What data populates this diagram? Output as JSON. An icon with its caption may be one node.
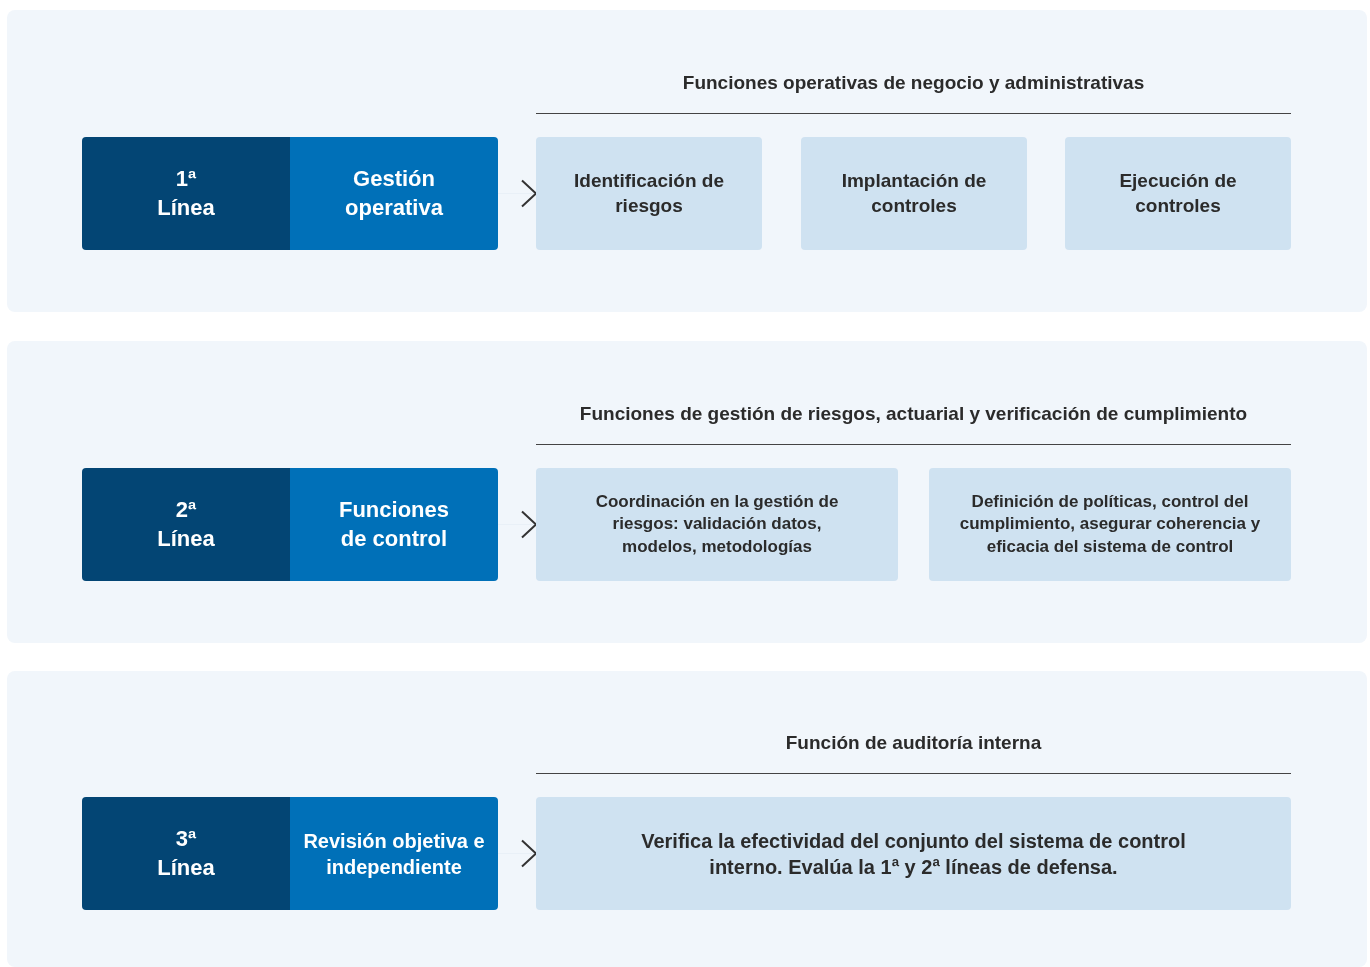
{
  "diagram": {
    "nodes": [
      {
        "text": [
          "1ª Línea"
        ]
      },
      {
        "text": [
          "Gestión operativa"
        ]
      },
      {
        "text": [
          "Identificación de riesgos"
        ]
      },
      {
        "text": [
          "Implantación de controles"
        ]
      },
      {
        "text": [
          "Ejecución de controles"
        ]
      },
      {
        "text": [
          "2ª Línea"
        ]
      },
      {
        "text": [
          "Funciones de control"
        ]
      },
      {
        "text": [
          "Coordinación en la gestión de riesgos: validación datos, modelos, metodologías"
        ]
      },
      {
        "text": [
          "Definición de políticas, control del cumplimiento, asegurar coherencia y eficacia del sistema de control"
        ]
      },
      {
        "text": [
          "3ª Línea"
        ]
      },
      {
        "text": [
          "Revisión objetiva e independiente"
        ]
      },
      {
        "text": [
          "Verifica la efectividad del conjunto del sistema de control interno. Evalúa la 1ª y 2ª líneas de defensa."
        ]
      }
    ],
    "edges": [
      {
        "from": 1,
        "to": 2,
        "arrow": "to"
      },
      {
        "from": 6,
        "to": 7,
        "arrow": "to"
      },
      {
        "from": 10,
        "to": 11,
        "arrow": "to"
      }
    ],
    "labels": [
      "Funciones operativas de negocio y administrativas",
      "Funciones de gestión de riesgos, actuarial y verificación de cumplimiento",
      "Función de auditoría interna"
    ]
  }
}
